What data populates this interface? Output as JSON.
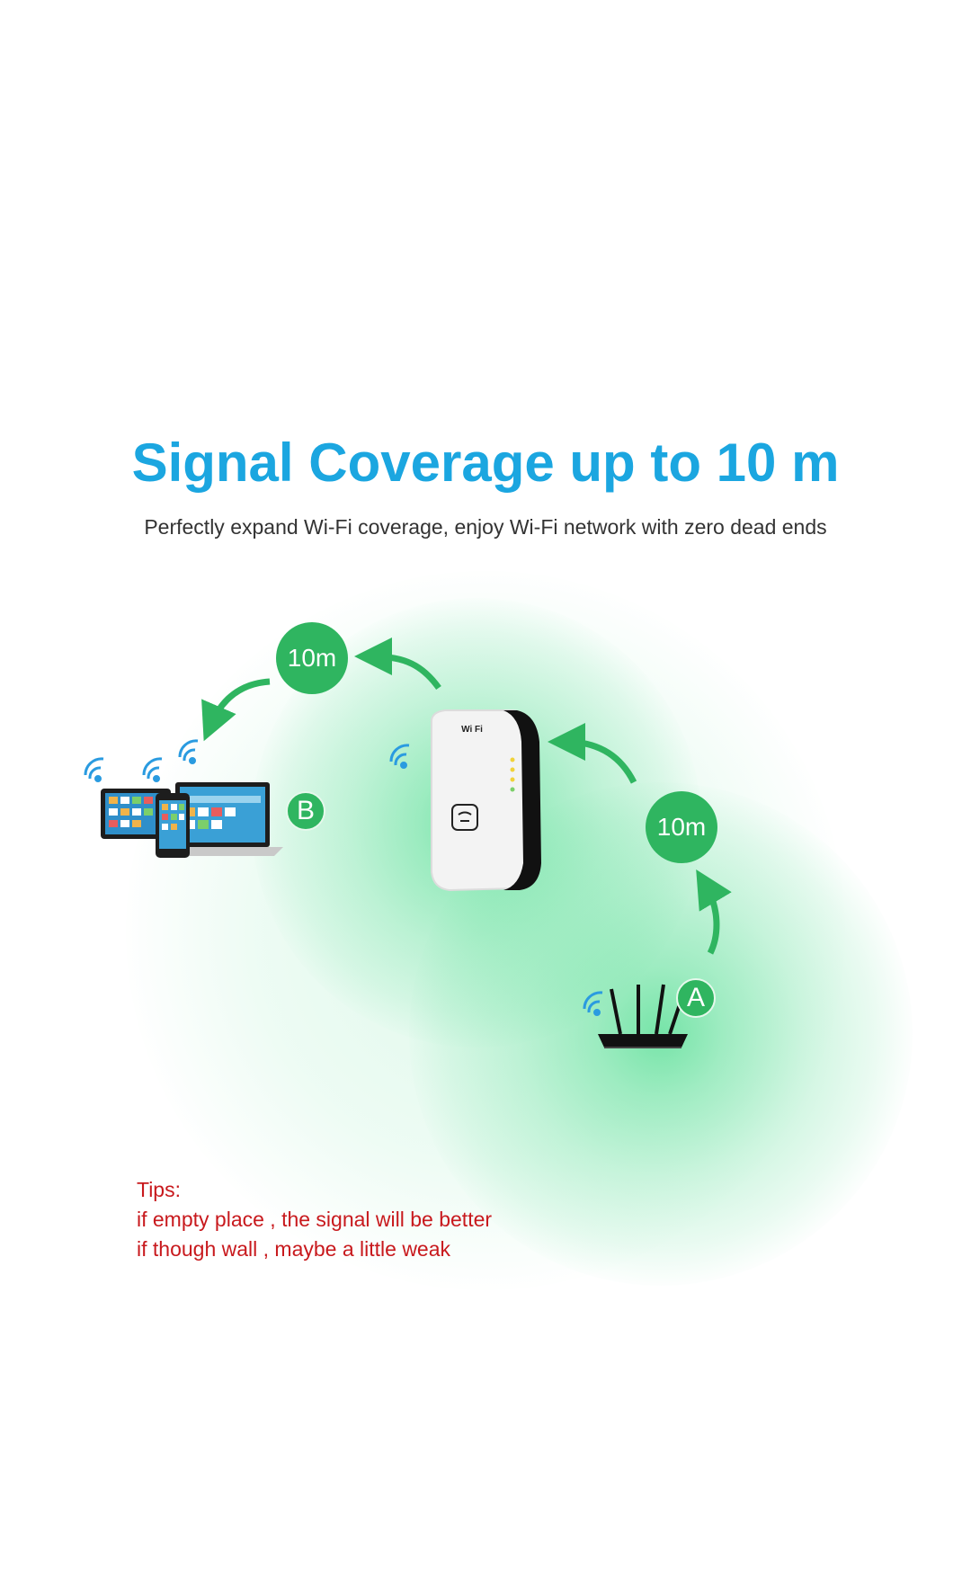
{
  "headline": "Signal Coverage up to 10 m",
  "subline": "Perfectly expand Wi-Fi coverage, enjoy Wi-Fi network with zero dead ends",
  "distance_labels": {
    "upper": "10m",
    "right": "10m"
  },
  "point_labels": {
    "a": "A",
    "b": "B"
  },
  "repeater_label": "Wi Fi",
  "tips": {
    "title": "Tips:",
    "line1": "if empty place , the signal will be better",
    "line2": "if though wall , maybe a little weak"
  },
  "colors": {
    "headline": "#1ba6e0",
    "badge_green": "#2fb560",
    "tips_red": "#c8191d",
    "wifi_blue": "#2a9be0",
    "glow_green": "#4fdc8f"
  },
  "icons": [
    "wifi-icon",
    "laptop-icon",
    "tablet-icon",
    "phone-icon",
    "repeater-device-icon",
    "router-icon",
    "curved-arrow-icon"
  ]
}
